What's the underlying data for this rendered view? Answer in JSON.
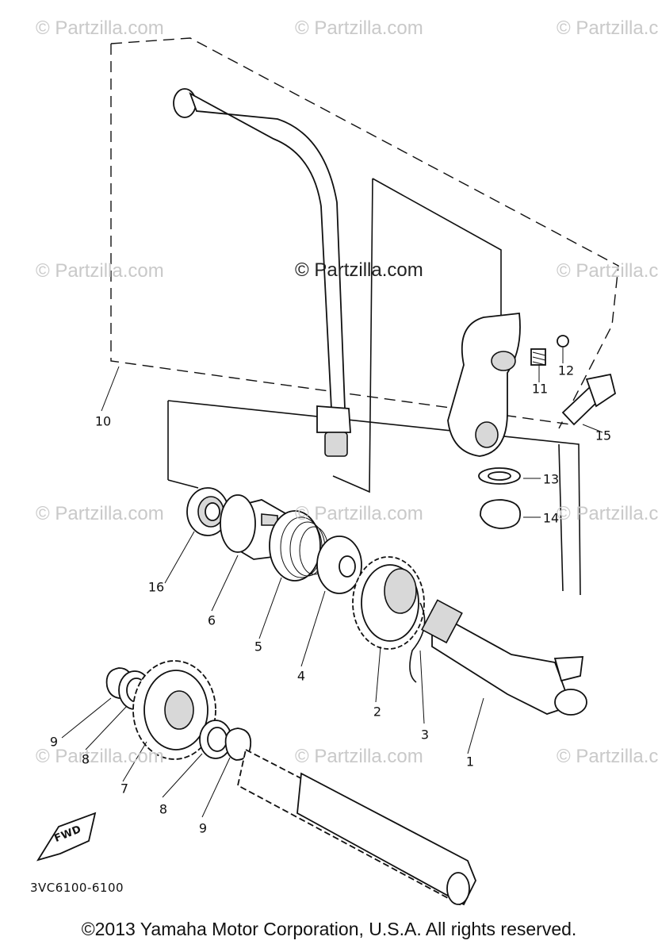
{
  "watermarks": {
    "primary": "© Partzilla.com",
    "faded": "© Partzilla.com"
  },
  "callouts": [
    {
      "id": "1",
      "label": "1"
    },
    {
      "id": "2",
      "label": "2"
    },
    {
      "id": "3",
      "label": "3"
    },
    {
      "id": "4",
      "label": "4"
    },
    {
      "id": "5",
      "label": "5"
    },
    {
      "id": "6",
      "label": "6"
    },
    {
      "id": "7",
      "label": "7"
    },
    {
      "id": "8a",
      "label": "8"
    },
    {
      "id": "8b",
      "label": "8"
    },
    {
      "id": "9a",
      "label": "9"
    },
    {
      "id": "9b",
      "label": "9"
    },
    {
      "id": "10",
      "label": "10"
    },
    {
      "id": "11",
      "label": "11"
    },
    {
      "id": "12",
      "label": "12"
    },
    {
      "id": "13",
      "label": "13"
    },
    {
      "id": "14",
      "label": "14"
    },
    {
      "id": "15",
      "label": "15"
    },
    {
      "id": "16",
      "label": "16"
    }
  ],
  "fwd_arrow_label": "FWD",
  "diagram_code": "3VC6100-6100",
  "copyright": "©2013  Yamaha Motor Corporation, U.S.A. All rights reserved."
}
